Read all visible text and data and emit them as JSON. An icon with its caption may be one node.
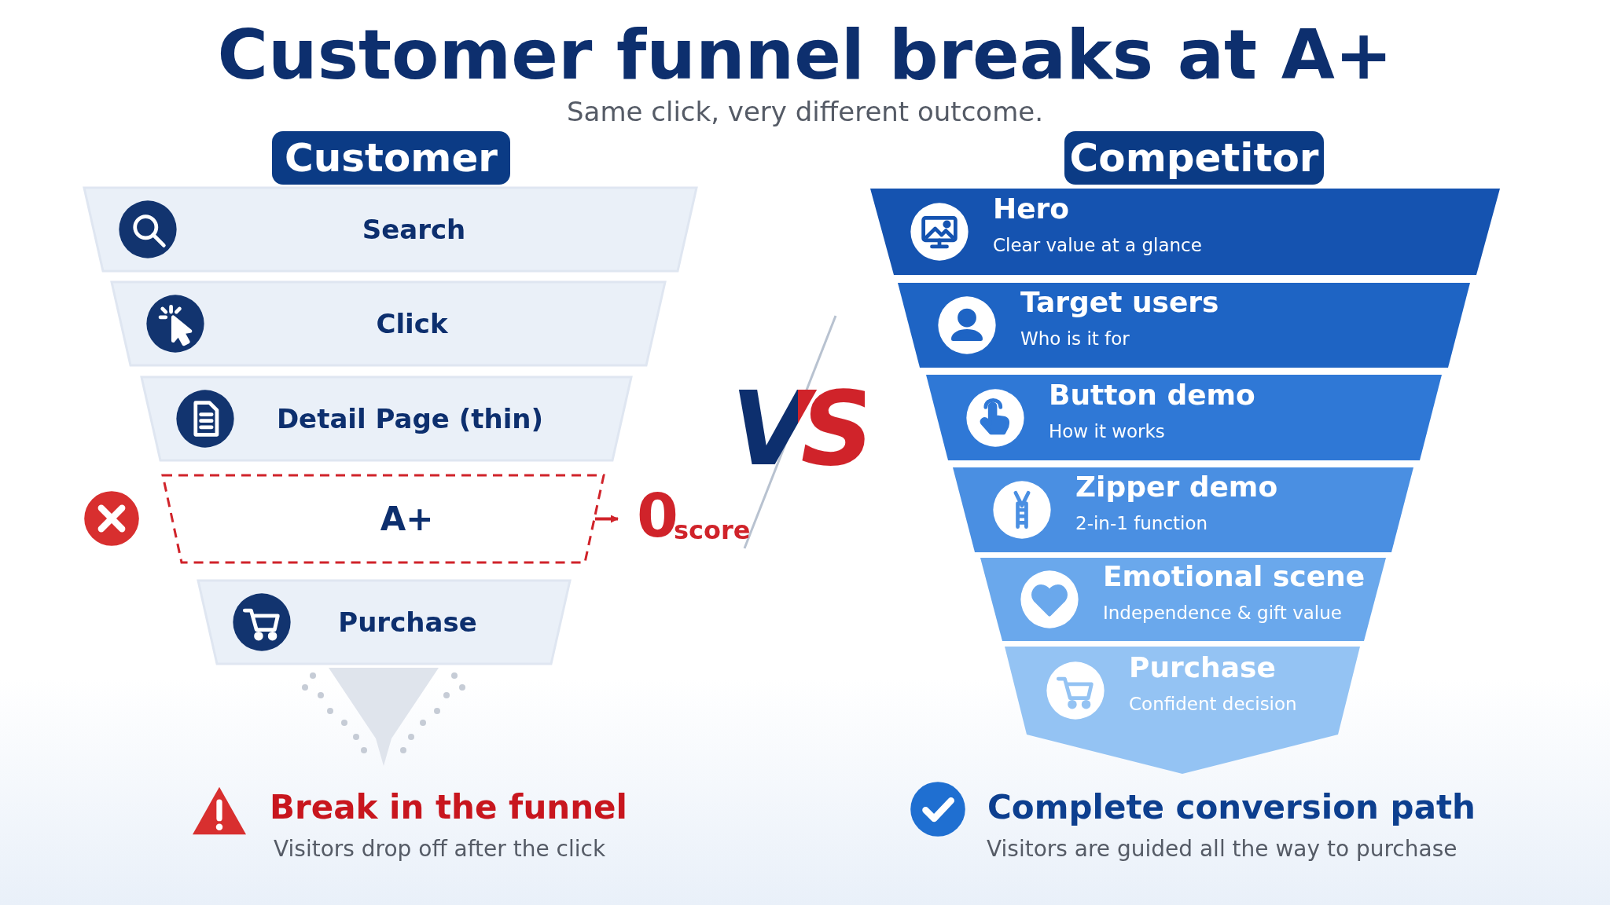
{
  "diagram": {
    "title": "Customer funnel breaks at A+",
    "nodes": [
      {
        "text": [
          "Customer"
        ]
      },
      {
        "text": [
          "Search"
        ]
      },
      {
        "text": [
          "Click"
        ]
      },
      {
        "text": [
          "Detail Page (thin)"
        ]
      },
      {
        "text": [
          "A+"
        ]
      },
      {
        "text": [
          "Purchase"
        ]
      },
      {
        "text": [
          "0",
          "score"
        ]
      },
      {
        "text": [
          "Competitor"
        ]
      },
      {
        "text": [
          "Hero",
          "Clear value at a glance"
        ]
      },
      {
        "text": [
          "Target users",
          "Who is it for"
        ]
      },
      {
        "text": [
          "Button demo",
          "How it works"
        ]
      },
      {
        "text": [
          "Zipper demo",
          "2-in-1 function"
        ]
      },
      {
        "text": [
          "Emotional scene",
          "Independence & gift value"
        ]
      },
      {
        "text": [
          "Purchase",
          "Confident decision"
        ]
      }
    ],
    "edges": [
      {
        "from": 4,
        "to": 6,
        "arrow": "to"
      }
    ],
    "labels": [
      "Same click, very different outcome.",
      "VS",
      "Break in the funnel",
      "Visitors drop off after the click",
      "Complete conversion path",
      "Visitors are guided all the way to purchase"
    ]
  }
}
